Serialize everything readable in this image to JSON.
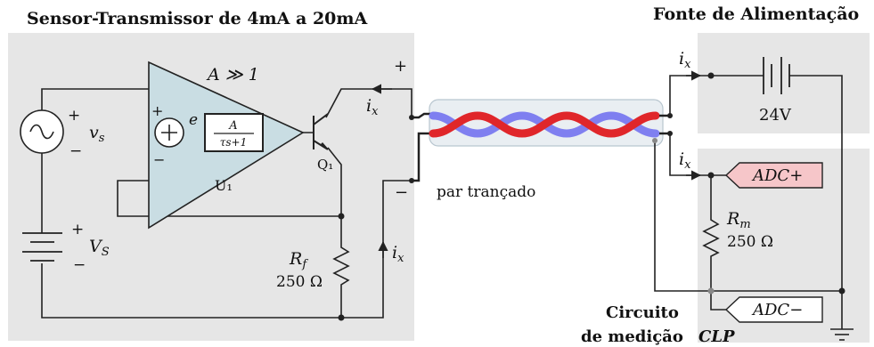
{
  "titles": {
    "sensor": "Sensor-Transmissor de 4mA a 20mA",
    "power": "Fonte de Alimentação",
    "measure_line1": "Circuito",
    "measure_line2": "de medição",
    "measure_clp": "CLP"
  },
  "labels": {
    "gain": "A ≫ 1",
    "error": "e",
    "tf_num": "A",
    "tf_den": "τs+1",
    "amp": "U₁",
    "transistor": "Q₁",
    "vs_plus": "+",
    "vs_minus": "−",
    "vs": "v",
    "vs_sub": "s",
    "VS_plus": "+",
    "VS_minus": "−",
    "VS": "V",
    "VS_sub": "S",
    "sum_plus": "+",
    "sum_minus": "−",
    "amp_plus": "+",
    "amp_minus": "−",
    "ix": "i",
    "ix_sub": "x",
    "rf": "R",
    "rf_sub": "f",
    "rf_value": "250 Ω",
    "rm": "R",
    "rm_sub": "m",
    "rm_value": "250 Ω",
    "battery": "24V",
    "adc_plus": "ADC+",
    "adc_minus": "ADC−",
    "out_plus": "+",
    "out_minus": "−",
    "cable": "par trançado"
  },
  "colors": {
    "panel": "#e6e6e6",
    "amp_fill": "#c9dde3",
    "wire": "#222222",
    "cable_red": "#e0262a",
    "cable_blue": "#7f7ff0",
    "cable_body": "#e9eef2",
    "adc_plus_fill": "#f6c6c9"
  }
}
